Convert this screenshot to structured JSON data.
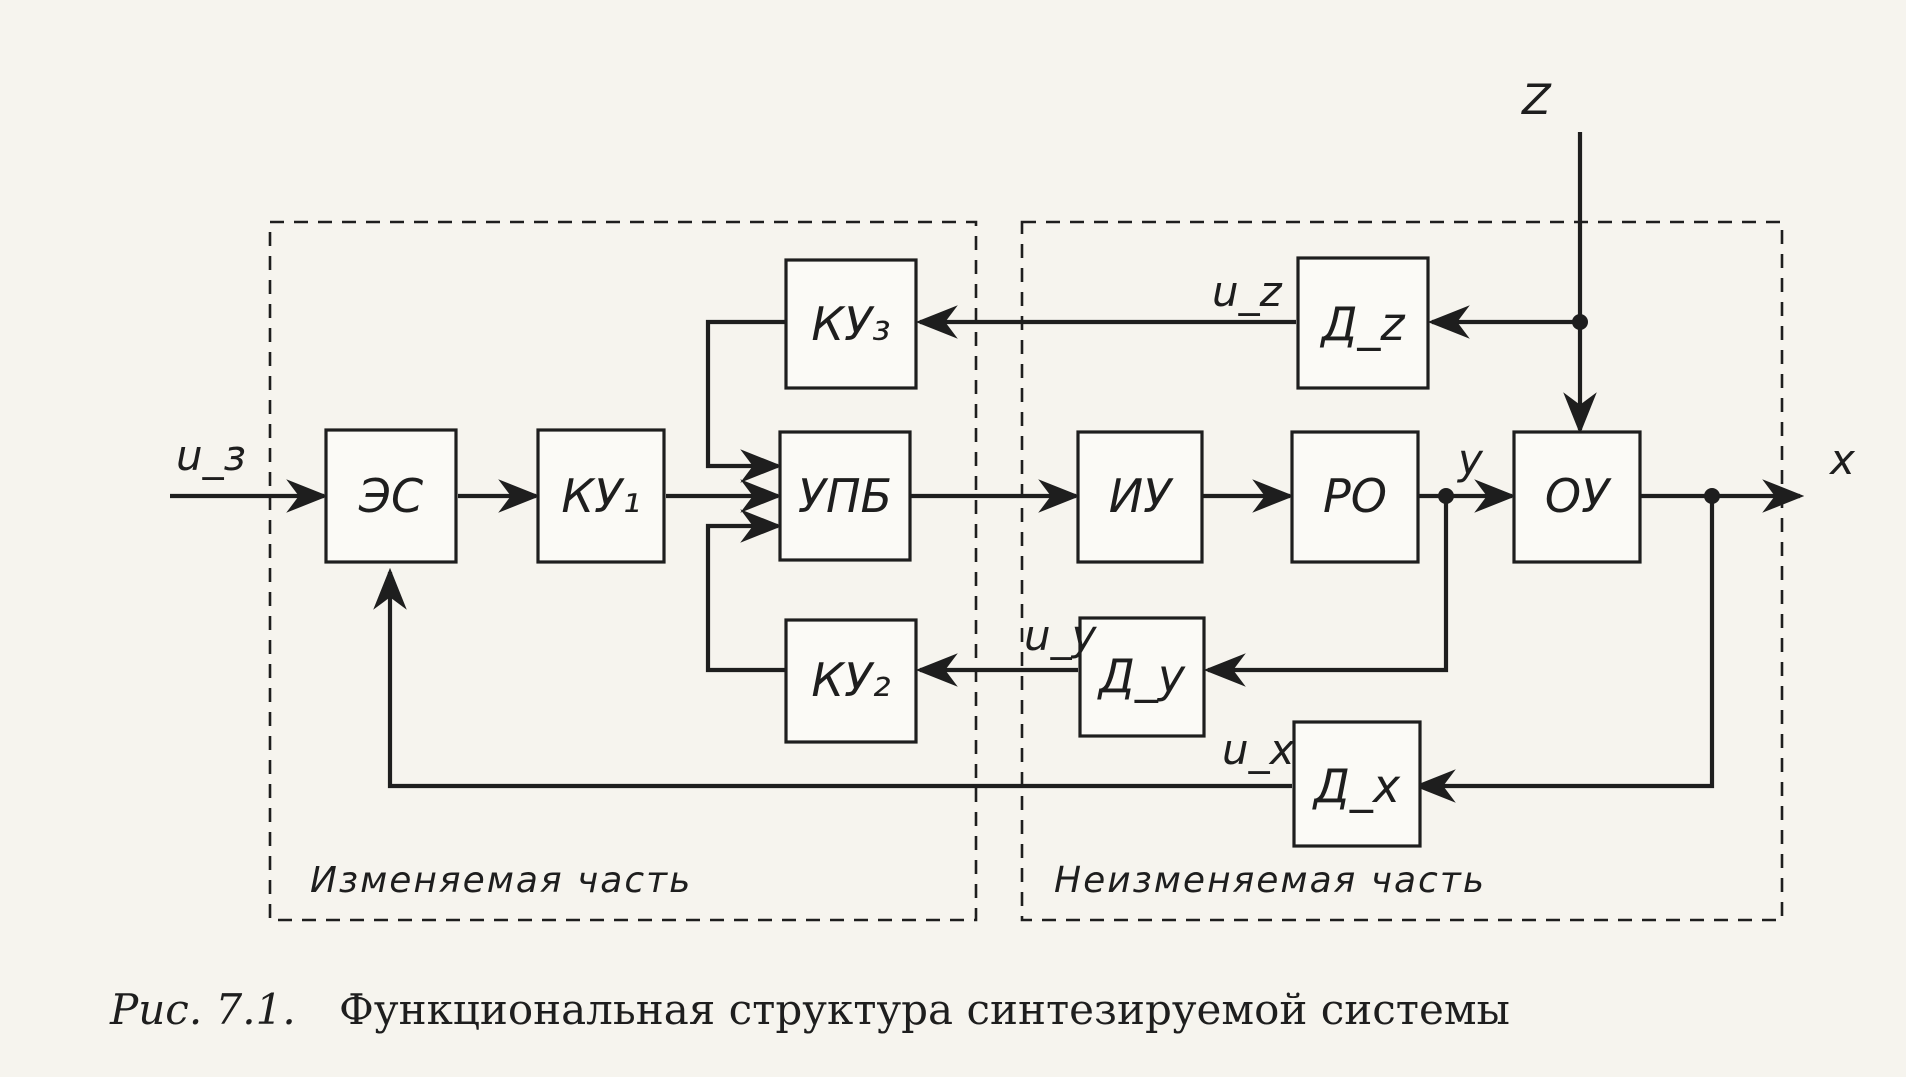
{
  "blocks": {
    "es": "ЭС",
    "ku1": "КУ₁",
    "ku2": "КУ₂",
    "ku3": "КУ₃",
    "upb": "УПБ",
    "iu": "ИУ",
    "ro": "РО",
    "ou": "ОУ",
    "dz": "Д_z",
    "dy": "Д_y",
    "dx": "Д_x"
  },
  "signals": {
    "input": "u_з",
    "z": "Z",
    "x": "x",
    "y": "y",
    "uz": "u_z",
    "uy": "u_y",
    "ux": "u_x"
  },
  "regions": {
    "changeable": "Изменяемая часть",
    "unchangeable": "Неизменяемая часть"
  },
  "caption": {
    "number": "Рис. 7.1.",
    "text": "Функциональная структура синтезируемой системы"
  }
}
